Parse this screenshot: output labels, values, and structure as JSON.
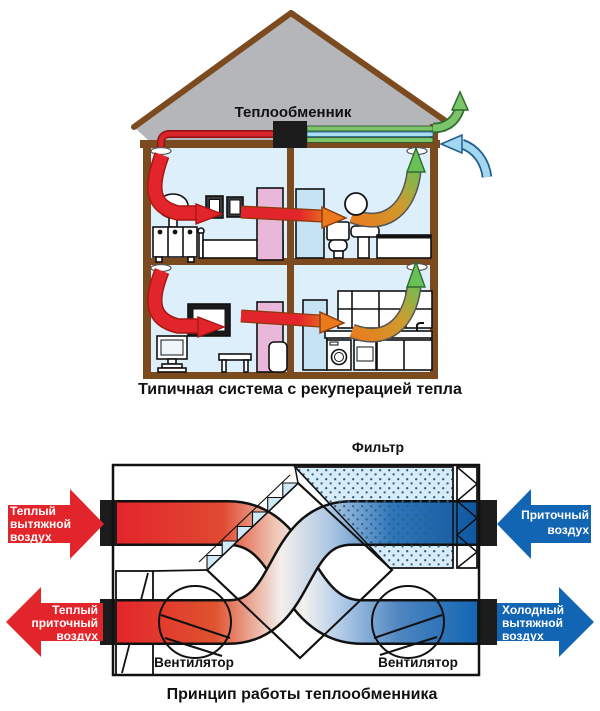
{
  "top_diagram": {
    "heat_exchanger_label": "Теплообменник",
    "caption": "Типичная система с рекуперацией тепла"
  },
  "bottom_diagram": {
    "filter_label": "Фильтр",
    "fan_left_label": "Вентилятор",
    "fan_right_label": "Вентилятор",
    "caption": "Принцип работы теплообменника",
    "arrows": {
      "top_left": {
        "direction": "right",
        "lines": [
          "Теплый",
          "вытяжной",
          "воздух"
        ]
      },
      "top_right": {
        "direction": "left",
        "lines": [
          "Приточный",
          "воздух"
        ]
      },
      "bottom_left": {
        "direction": "left",
        "lines": [
          "Теплый",
          "приточный",
          "воздух"
        ]
      },
      "bottom_right": {
        "direction": "right",
        "lines": [
          "Холодный",
          "вытяжной",
          "воздух"
        ]
      }
    }
  },
  "colors": {
    "warm_red": "#e2242b",
    "cold_blue": "#1265b3",
    "fresh_green": "#6abf57",
    "transfer_orange": "#ea7a1c",
    "roof_gray": "#b5b6ba",
    "wood_brown": "#7b4a1e",
    "room_blue": "#ddeffa",
    "door_pink": "#e9b7d9",
    "filter_blue": "#d8ecf7",
    "black_duct": "#1c1c1c"
  }
}
